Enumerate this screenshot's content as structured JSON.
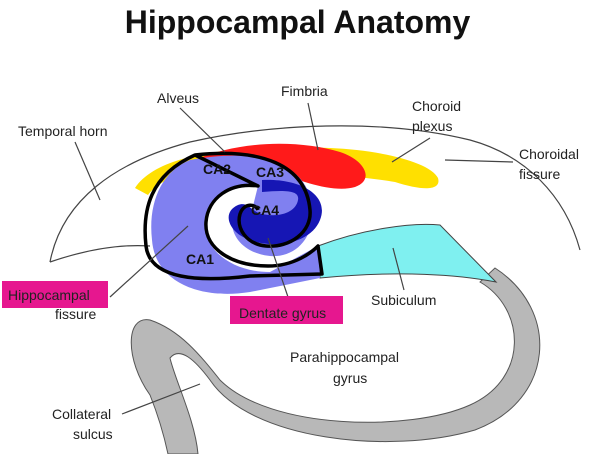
{
  "title": "Hippocampal Anatomy",
  "labels": {
    "temporal_horn": "Temporal horn",
    "alveus": "Alveus",
    "fimbria": "Fimbria",
    "choroid_plexus_1": "Choroid",
    "choroid_plexus_2": "plexus",
    "choroidal_fissure_1": "Choroidal",
    "choroidal_fissure_2": "fissure",
    "hippocampal_fissure_1": "Hippocampal",
    "hippocampal_fissure_2": "fissure",
    "dentate_gyrus": "Dentate gyrus",
    "subiculum": "Subiculum",
    "parahippocampal_1": "Parahippocampal",
    "parahippocampal_2": "gyrus",
    "collateral_1": "Collateral",
    "collateral_2": "sulcus"
  },
  "regions": {
    "ca1": "CA1",
    "ca2": "CA2",
    "ca3": "CA3",
    "ca4": "CA4"
  },
  "colors": {
    "hippocampus_fill": "#8080f0",
    "dentate_band": "#1616b4",
    "fimbria": "#ff1a1a",
    "choroid_plexus": "#ffe000",
    "subiculum": "#7ff0f0",
    "parahippocampal": "#b8b8b8",
    "highlight_box": "#e6178f"
  }
}
